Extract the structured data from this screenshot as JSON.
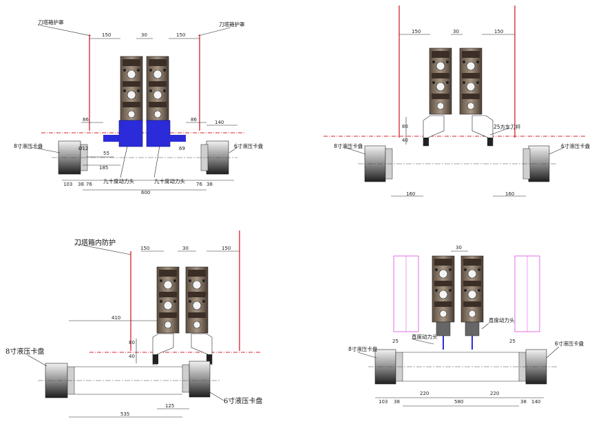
{
  "panels": {
    "tl": {
      "label_left_guard": "刀塔箱护罩",
      "label_right_guard": "刀塔箱护罩",
      "label_left_chuck": "8寸液压卡盘",
      "label_right_chuck": "6寸液压卡盘",
      "label_head_left": "九十度动力头",
      "label_head_right": "九十度动力头",
      "dims": {
        "d150a": "150",
        "d30": "30",
        "d150b": "150",
        "d86a": "86",
        "d86b": "86",
        "d140": "140",
        "d12": "Ø12",
        "d55": "55",
        "d185": "185",
        "d69": "69",
        "d103": "103",
        "d38a": "38",
        "d76a": "76",
        "d76b": "76",
        "d38b": "38",
        "d600": "600"
      }
    },
    "tr": {
      "label_left_chuck": "8寸液压卡盘",
      "label_right_chuck": "6寸液压卡盘",
      "label_tool": "25方车刀杆",
      "dims": {
        "d150a": "150",
        "d30": "30",
        "d150b": "150",
        "d80": "80",
        "d40": "40",
        "d160a": "160",
        "d160b": "160"
      }
    },
    "bl": {
      "label_guard": "刀塔箱内防护",
      "label_left_chuck": "8寸液压卡盘",
      "label_right_chuck": "6寸液压卡盘",
      "dims": {
        "d150a": "150",
        "d30": "30",
        "d150b": "150",
        "d410": "410",
        "d80": "80",
        "d40": "40",
        "d125": "125",
        "d535": "535"
      }
    },
    "br": {
      "label_left_chuck": "8寸液压卡盘",
      "label_right_chuck": "6寸液压卡盘",
      "label_head_left": "直度动力头",
      "label_head_right": "直度动力头",
      "dims": {
        "d30": "30",
        "d25a": "25",
        "d25b": "25",
        "d103": "103",
        "d38a": "38",
        "d220a": "220",
        "d580": "580",
        "d220b": "220",
        "d38b": "38",
        "d140": "140"
      }
    }
  },
  "colors": {
    "guard_line": "#d4202a",
    "power_head": "#2b2bd9",
    "turret_body": "#8a7a6a",
    "chuck_dark": "#3a3a3a",
    "ghost_turret": "#e060e0"
  }
}
